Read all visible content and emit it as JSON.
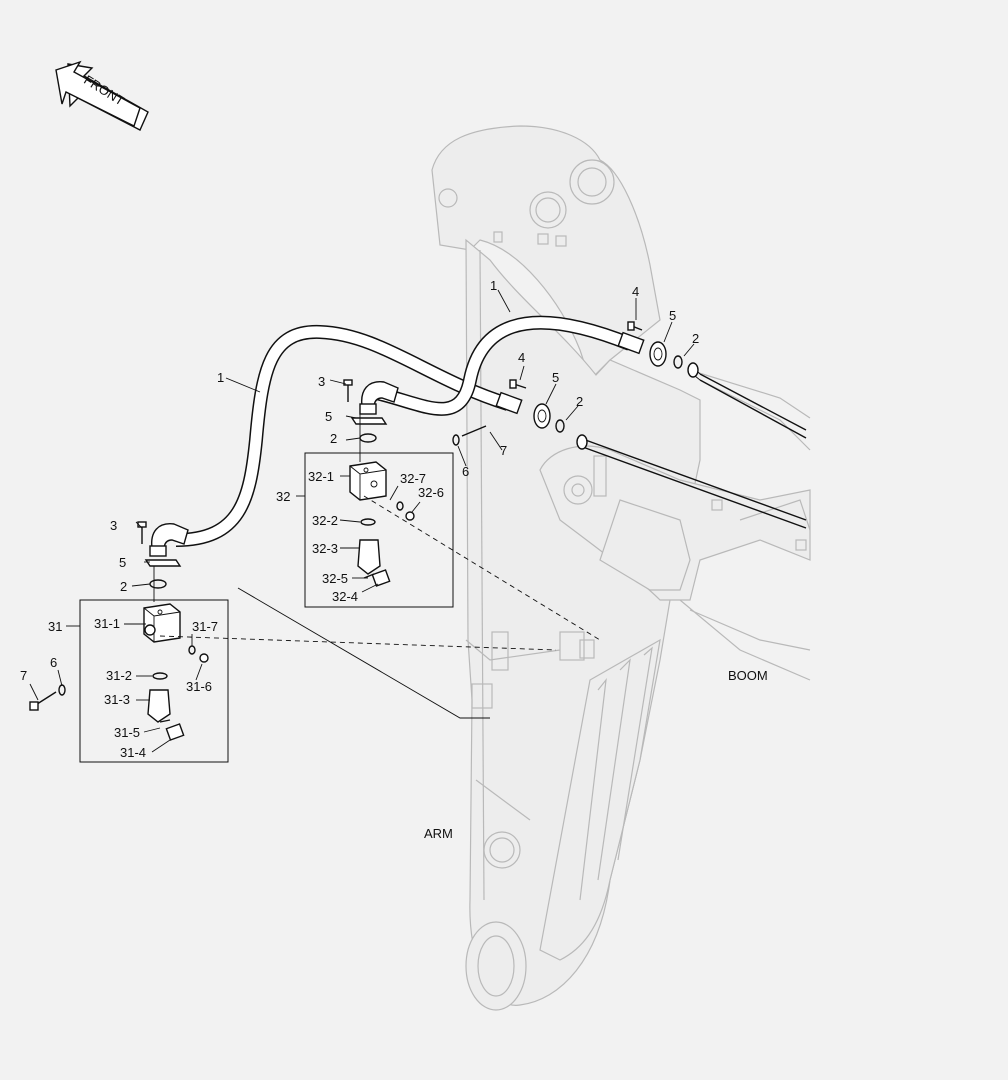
{
  "labels": {
    "front": "FRONT",
    "boom": "BOOM",
    "arm": "ARM"
  },
  "callouts": {
    "c1a": "1",
    "c1b": "1",
    "c2a": "2",
    "c2b": "2",
    "c2c": "2",
    "c2d": "2",
    "c3a": "3",
    "c3b": "3",
    "c4a": "4",
    "c4b": "4",
    "c5a": "5",
    "c5b": "5",
    "c5c": "5",
    "c5d": "5",
    "c6a": "6",
    "c6b": "6",
    "c7a": "7",
    "c7b": "7",
    "c31": "31",
    "c31_1": "31-1",
    "c31_2": "31-2",
    "c31_3": "31-3",
    "c31_4": "31-4",
    "c31_5": "31-5",
    "c31_6": "31-6",
    "c31_7": "31-7",
    "c32": "32",
    "c32_1": "32-1",
    "c32_2": "32-2",
    "c32_3": "32-3",
    "c32_4": "32-4",
    "c32_5": "32-5",
    "c32_6": "32-6",
    "c32_7": "32-7"
  }
}
